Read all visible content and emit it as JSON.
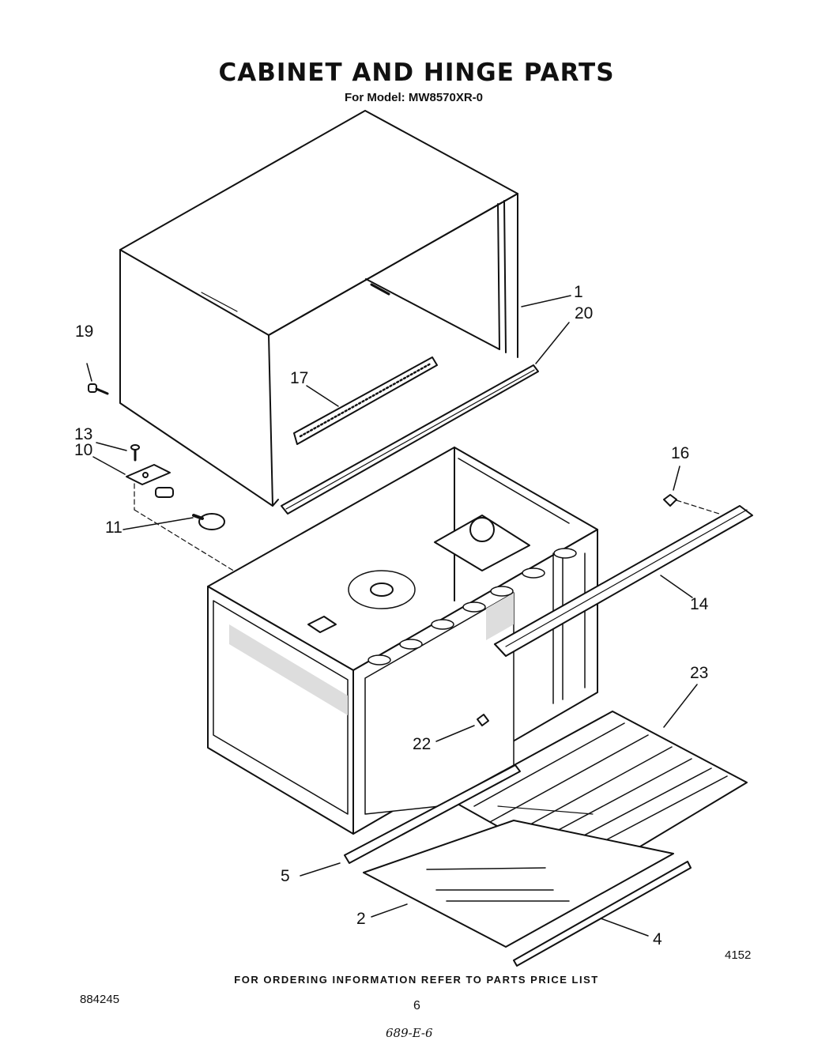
{
  "title": "CABINET AND HINGE PARTS",
  "subtitle": "For Model: MW8570XR-0",
  "callouts": [
    {
      "id": "c1",
      "label": "1"
    },
    {
      "id": "c20",
      "label": "20"
    },
    {
      "id": "c19",
      "label": "19"
    },
    {
      "id": "c17",
      "label": "17"
    },
    {
      "id": "c13",
      "label": "13"
    },
    {
      "id": "c10",
      "label": "10"
    },
    {
      "id": "c11",
      "label": "11"
    },
    {
      "id": "c16",
      "label": "16"
    },
    {
      "id": "c14",
      "label": "14"
    },
    {
      "id": "c23",
      "label": "23"
    },
    {
      "id": "c22",
      "label": "22"
    },
    {
      "id": "c5",
      "label": "5"
    },
    {
      "id": "c2",
      "label": "2"
    },
    {
      "id": "c4",
      "label": "4"
    }
  ],
  "footer": "FOR ORDERING INFORMATION REFER TO PARTS PRICE LIST",
  "doc_number": "884245",
  "page_number": "6",
  "figure_number": "4152",
  "handwritten_note": "689-E-6"
}
